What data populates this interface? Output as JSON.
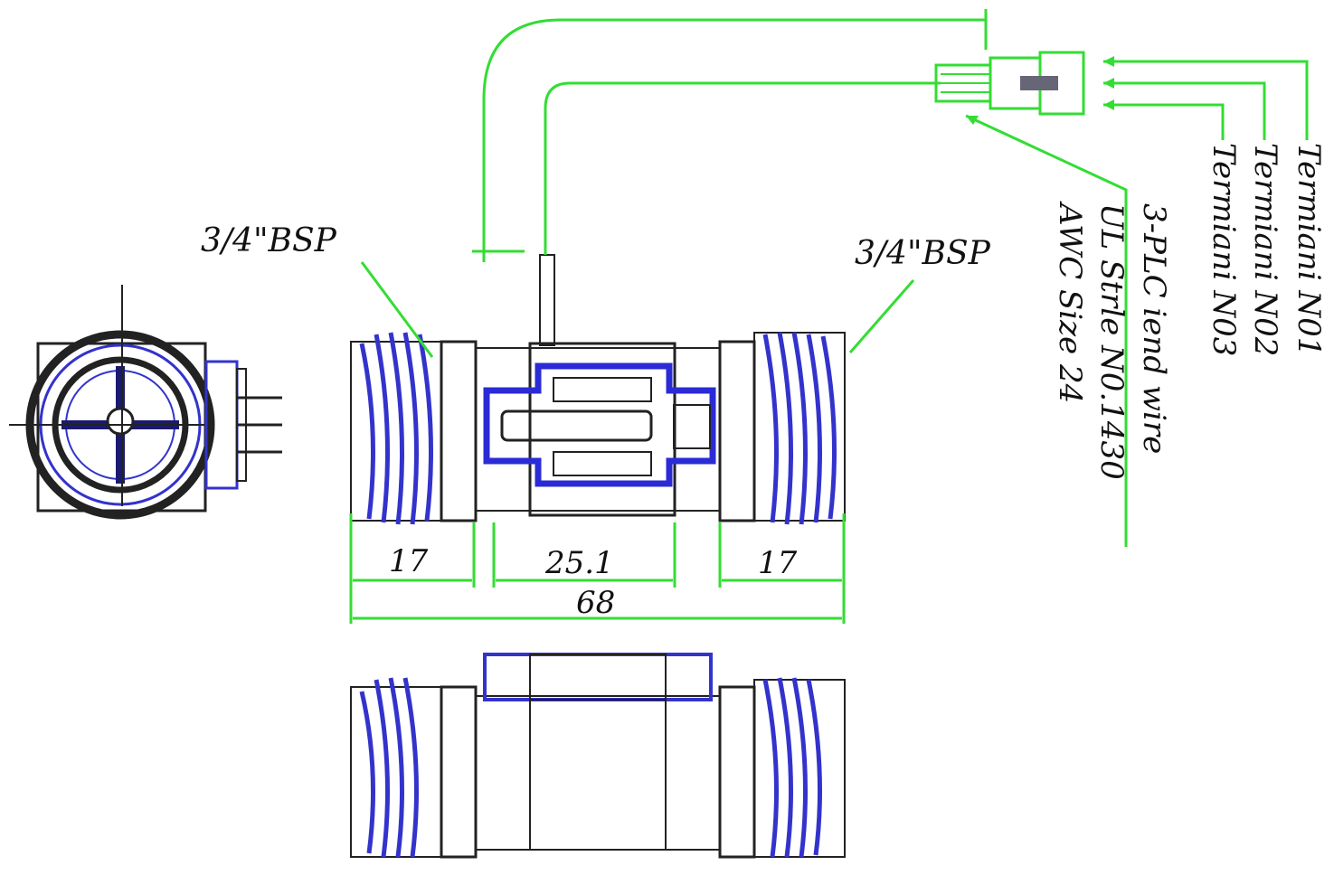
{
  "labels": {
    "bsp_left": "3/4\"BSP",
    "bsp_right": "3/4\"BSP",
    "wire_info": [
      "3-PLC iend wire",
      "UL Strle N0.1430",
      "AWC Size 24"
    ],
    "terminals": [
      "Termiani N01",
      "Termiani N02",
      "Termiani N03"
    ]
  },
  "dimensions": {
    "left_thread": "17",
    "body": "25.1",
    "right_thread": "17",
    "overall": "68"
  },
  "colors": {
    "dimension_lines": "#33dd33",
    "part_outline": "#3333cc",
    "ink": "#222222"
  }
}
